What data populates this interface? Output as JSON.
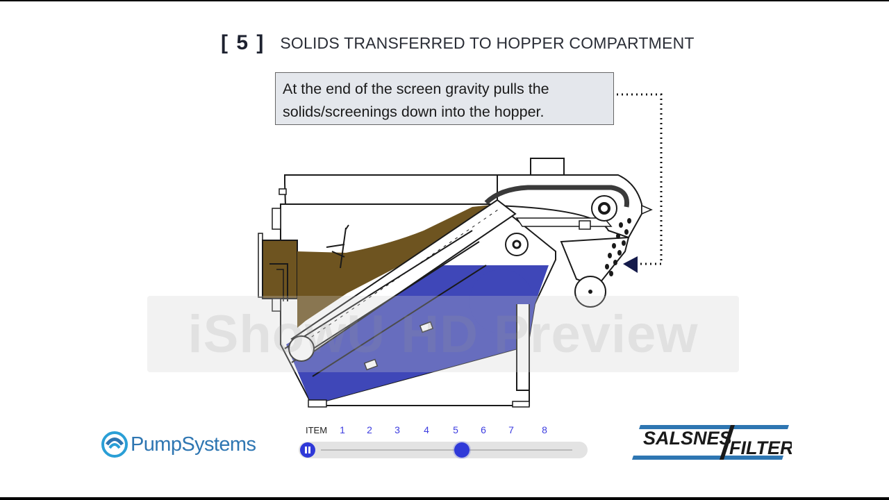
{
  "header": {
    "step_number": "[ 5 ]",
    "step_title": "SOLIDS TRANSFERRED TO HOPPER COMPARTMENT"
  },
  "callout": {
    "line1": "At the end of the screen gravity pulls the",
    "line2": "solids/screenings down into the hopper."
  },
  "diagram": {
    "colors": {
      "water": "#3f47b8",
      "solids": "#6e5420",
      "frame": "#1a1a1a"
    },
    "arrow_icon": "triangle-pointer-icon"
  },
  "watermark": {
    "text": "iShowU HD Preview"
  },
  "brand": {
    "pump_systems": "PumpSystems",
    "salsnes_top": "SALSNES",
    "salsnes_bottom": "FILTER",
    "accent": "#2e76b2"
  },
  "player": {
    "item_label": "ITEM",
    "items": [
      "1",
      "2",
      "3",
      "4",
      "5",
      "6",
      "7",
      "8"
    ],
    "current_item": "5",
    "state": "playing",
    "progress": 0.56,
    "accent": "#2f39d8"
  }
}
